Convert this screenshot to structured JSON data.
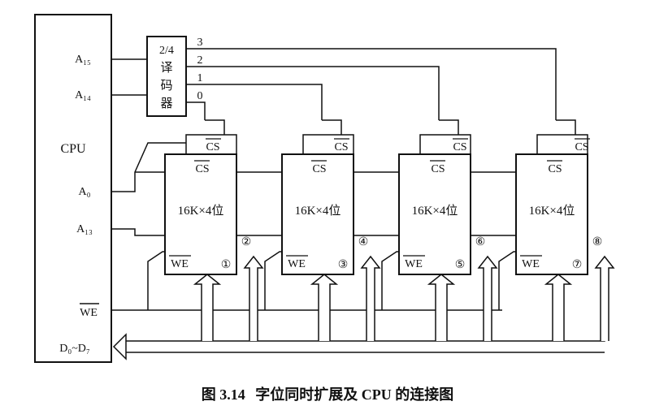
{
  "cpu": {
    "label": "CPU",
    "a15": "A₁₅",
    "a14": "A₁₄",
    "a0": "A₀",
    "a13": "A₁₃",
    "we": "WE",
    "data": "D₀~D₇"
  },
  "decoder": {
    "line1": "2/4",
    "line2": "译",
    "line3": "码",
    "line4": "器",
    "outputs": [
      "3",
      "2",
      "1",
      "0"
    ]
  },
  "chips": [
    {
      "label": "16K×4位",
      "cs": "CS",
      "cs_upper": "CS",
      "we": "WE",
      "num_inner": "①",
      "num_right": "②"
    },
    {
      "label": "16K×4位",
      "cs": "CS",
      "cs_upper": "CS",
      "we": "WE",
      "num_inner": "③",
      "num_right": "④"
    },
    {
      "label": "16K×4位",
      "cs": "CS",
      "cs_upper": "CS",
      "we": "WE",
      "num_inner": "⑤",
      "num_right": "⑥"
    },
    {
      "label": "16K×4位",
      "cs": "CS",
      "cs_upper": "CS",
      "we": "WE",
      "num_inner": "⑦",
      "num_right": "⑧"
    }
  ],
  "caption": {
    "figure": "图 3.14",
    "title": "字位同时扩展及 CPU 的连接图"
  }
}
